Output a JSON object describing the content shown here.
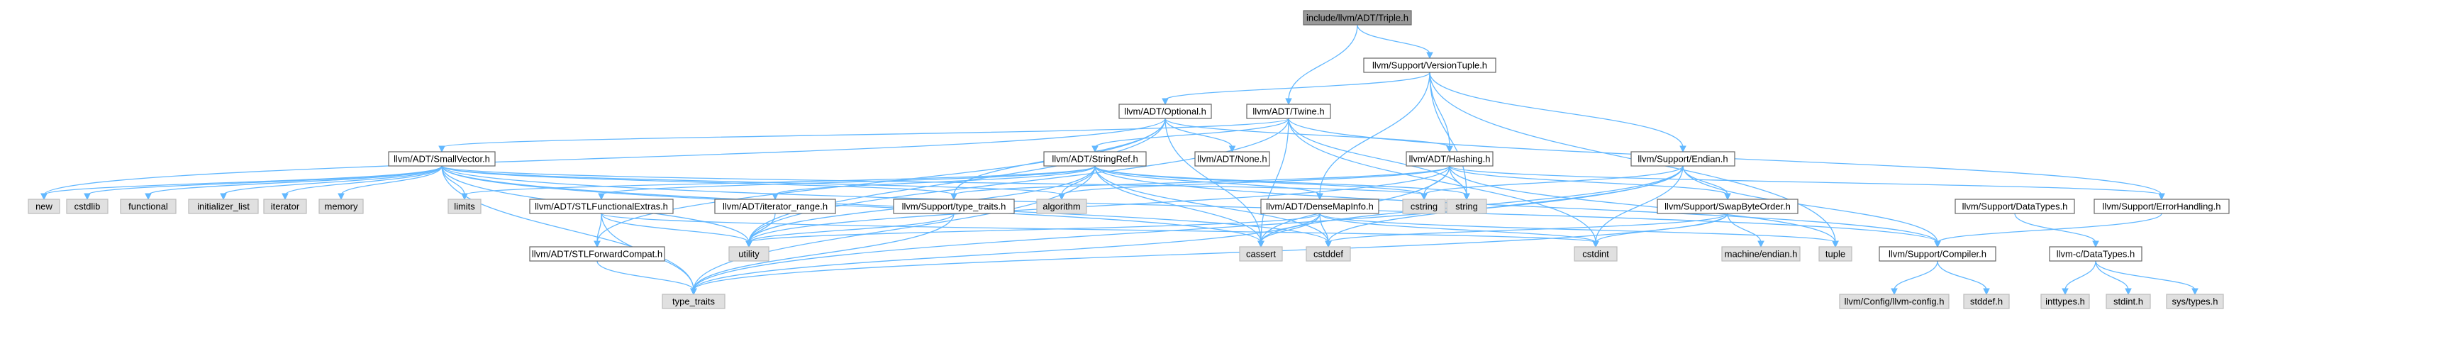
{
  "colors": {
    "edge": "#63b8ff",
    "root_fill": "#999999",
    "system_fill": "#e0e0e0",
    "node_fill": "#ffffff"
  },
  "nodes": [
    {
      "id": "triple",
      "label": "include/llvm/ADT/Triple.h",
      "kind": "root"
    },
    {
      "id": "versiontuple",
      "label": "llvm/Support/VersionTuple.h",
      "kind": "plain"
    },
    {
      "id": "optional",
      "label": "llvm/ADT/Optional.h",
      "kind": "plain"
    },
    {
      "id": "twine",
      "label": "llvm/ADT/Twine.h",
      "kind": "plain"
    },
    {
      "id": "smallvector",
      "label": "llvm/ADT/SmallVector.h",
      "kind": "plain"
    },
    {
      "id": "stringref",
      "label": "llvm/ADT/StringRef.h",
      "kind": "plain"
    },
    {
      "id": "none",
      "label": "llvm/ADT/None.h",
      "kind": "plain"
    },
    {
      "id": "hashing",
      "label": "llvm/ADT/Hashing.h",
      "kind": "plain"
    },
    {
      "id": "endian",
      "label": "llvm/Support/Endian.h",
      "kind": "plain"
    },
    {
      "id": "stlfunctional",
      "label": "llvm/ADT/STLFunctionalExtras.h",
      "kind": "plain"
    },
    {
      "id": "iteratorrange",
      "label": "llvm/ADT/iterator_range.h",
      "kind": "plain"
    },
    {
      "id": "typetraits_h",
      "label": "llvm/Support/type_traits.h",
      "kind": "plain"
    },
    {
      "id": "densemapinfo",
      "label": "llvm/ADT/DenseMapInfo.h",
      "kind": "plain"
    },
    {
      "id": "swapbyteorder",
      "label": "llvm/Support/SwapByteOrder.h",
      "kind": "plain"
    },
    {
      "id": "datatypes",
      "label": "llvm/Support/DataTypes.h",
      "kind": "plain"
    },
    {
      "id": "errorhandling",
      "label": "llvm/Support/ErrorHandling.h",
      "kind": "plain"
    },
    {
      "id": "stlforward",
      "label": "llvm/ADT/STLForwardCompat.h",
      "kind": "plain"
    },
    {
      "id": "compiler",
      "label": "llvm/Support/Compiler.h",
      "kind": "plain"
    },
    {
      "id": "cdatatypes",
      "label": "llvm-c/DataTypes.h",
      "kind": "plain"
    },
    {
      "id": "new",
      "label": "new",
      "kind": "sys"
    },
    {
      "id": "cstdlib",
      "label": "cstdlib",
      "kind": "sys"
    },
    {
      "id": "functional",
      "label": "functional",
      "kind": "sys"
    },
    {
      "id": "initializer_list",
      "label": "initializer_list",
      "kind": "sys"
    },
    {
      "id": "iterator",
      "label": "iterator",
      "kind": "sys"
    },
    {
      "id": "memory",
      "label": "memory",
      "kind": "sys"
    },
    {
      "id": "limits",
      "label": "limits",
      "kind": "sys"
    },
    {
      "id": "algorithm",
      "label": "algorithm",
      "kind": "sys"
    },
    {
      "id": "cstring",
      "label": "cstring",
      "kind": "sys"
    },
    {
      "id": "string",
      "label": "string",
      "kind": "sys"
    },
    {
      "id": "utility",
      "label": "utility",
      "kind": "sys"
    },
    {
      "id": "cassert",
      "label": "cassert",
      "kind": "sys"
    },
    {
      "id": "cstddef",
      "label": "cstddef",
      "kind": "sys"
    },
    {
      "id": "cstdint",
      "label": "cstdint",
      "kind": "sys"
    },
    {
      "id": "machineendian",
      "label": "machine/endian.h",
      "kind": "sys"
    },
    {
      "id": "tuple",
      "label": "tuple",
      "kind": "sys"
    },
    {
      "id": "type_traits",
      "label": "type_traits",
      "kind": "sys"
    },
    {
      "id": "llvmconfig",
      "label": "llvm/Config/llvm-config.h",
      "kind": "sys"
    },
    {
      "id": "stddef",
      "label": "stddef.h",
      "kind": "sys"
    },
    {
      "id": "inttypes",
      "label": "inttypes.h",
      "kind": "sys"
    },
    {
      "id": "stdint",
      "label": "stdint.h",
      "kind": "sys"
    },
    {
      "id": "systypes",
      "label": "sys/types.h",
      "kind": "sys"
    }
  ],
  "edges": [
    [
      "triple",
      "versiontuple"
    ],
    [
      "triple",
      "twine"
    ],
    [
      "versiontuple",
      "optional"
    ],
    [
      "versiontuple",
      "hashing"
    ],
    [
      "versiontuple",
      "endian"
    ],
    [
      "versiontuple",
      "string"
    ],
    [
      "versiontuple",
      "densemapinfo"
    ],
    [
      "versiontuple",
      "tuple"
    ],
    [
      "optional",
      "none"
    ],
    [
      "optional",
      "hashing"
    ],
    [
      "optional",
      "typetraits_h"
    ],
    [
      "optional",
      "stlforward"
    ],
    [
      "optional",
      "cassert"
    ],
    [
      "optional",
      "new"
    ],
    [
      "optional",
      "utility"
    ],
    [
      "twine",
      "smallvector"
    ],
    [
      "twine",
      "stringref"
    ],
    [
      "twine",
      "errorhandling"
    ],
    [
      "twine",
      "cassert"
    ],
    [
      "twine",
      "cstdint"
    ],
    [
      "twine",
      "string"
    ],
    [
      "twine",
      "utility"
    ],
    [
      "smallvector",
      "compiler"
    ],
    [
      "smallvector",
      "typetraits_h"
    ],
    [
      "smallvector",
      "algorithm"
    ],
    [
      "smallvector",
      "cassert"
    ],
    [
      "smallvector",
      "cstddef"
    ],
    [
      "smallvector",
      "cstdlib"
    ],
    [
      "smallvector",
      "cstring"
    ],
    [
      "smallvector",
      "functional"
    ],
    [
      "smallvector",
      "initializer_list"
    ],
    [
      "smallvector",
      "iterator"
    ],
    [
      "smallvector",
      "limits"
    ],
    [
      "smallvector",
      "memory"
    ],
    [
      "smallvector",
      "new"
    ],
    [
      "smallvector",
      "type_traits"
    ],
    [
      "smallvector",
      "utility"
    ],
    [
      "stringref",
      "densemapinfo"
    ],
    [
      "stringref",
      "stlfunctional"
    ],
    [
      "stringref",
      "iteratorrange"
    ],
    [
      "stringref",
      "compiler"
    ],
    [
      "stringref",
      "algorithm"
    ],
    [
      "stringref",
      "cassert"
    ],
    [
      "stringref",
      "cstddef"
    ],
    [
      "stringref",
      "cstring"
    ],
    [
      "stringref",
      "limits"
    ],
    [
      "stringref",
      "string"
    ],
    [
      "stringref",
      "type_traits"
    ],
    [
      "stringref",
      "utility"
    ],
    [
      "hashing",
      "errorhandling"
    ],
    [
      "hashing",
      "swapbyteorder"
    ],
    [
      "hashing",
      "typetraits_h"
    ],
    [
      "hashing",
      "algorithm"
    ],
    [
      "hashing",
      "cassert"
    ],
    [
      "hashing",
      "cstring"
    ],
    [
      "hashing",
      "string"
    ],
    [
      "hashing",
      "tuple"
    ],
    [
      "hashing",
      "utility"
    ],
    [
      "endian",
      "compiler"
    ],
    [
      "endian",
      "swapbyteorder"
    ],
    [
      "endian",
      "cassert"
    ],
    [
      "endian",
      "cstddef"
    ],
    [
      "endian",
      "cstdint"
    ],
    [
      "endian",
      "cstring"
    ],
    [
      "endian",
      "type_traits"
    ],
    [
      "stlfunctional",
      "stlforward"
    ],
    [
      "stlfunctional",
      "cstdint"
    ],
    [
      "stlfunctional",
      "type_traits"
    ],
    [
      "stlfunctional",
      "utility"
    ],
    [
      "iteratorrange",
      "utility"
    ],
    [
      "typetraits_h",
      "utility"
    ],
    [
      "typetraits_h",
      "type_traits"
    ],
    [
      "densemapinfo",
      "cassert"
    ],
    [
      "densemapinfo",
      "cstddef"
    ],
    [
      "densemapinfo",
      "cstdint"
    ],
    [
      "densemapinfo",
      "tuple"
    ],
    [
      "densemapinfo",
      "type_traits"
    ],
    [
      "densemapinfo",
      "utility"
    ],
    [
      "swapbyteorder",
      "cstddef"
    ],
    [
      "swapbyteorder",
      "cstdint"
    ],
    [
      "swapbyteorder",
      "type_traits"
    ],
    [
      "swapbyteorder",
      "machineendian"
    ],
    [
      "datatypes",
      "cdatatypes"
    ],
    [
      "errorhandling",
      "compiler"
    ],
    [
      "stlforward",
      "type_traits"
    ],
    [
      "compiler",
      "llvmconfig"
    ],
    [
      "compiler",
      "stddef"
    ],
    [
      "cdatatypes",
      "inttypes"
    ],
    [
      "cdatatypes",
      "stdint"
    ],
    [
      "cdatatypes",
      "systypes"
    ]
  ]
}
